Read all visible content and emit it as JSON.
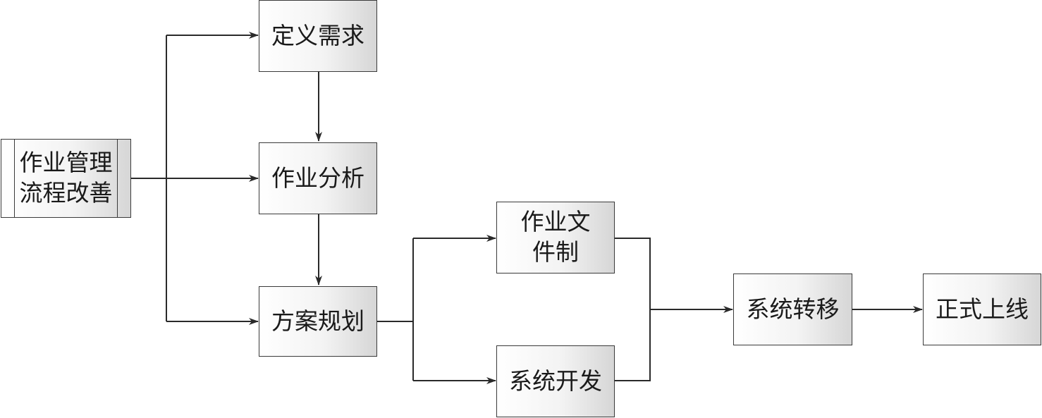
{
  "nodes": {
    "start": "作业管理流程改善",
    "define": "定义需求",
    "analysis": "作业分析",
    "planning": "方案规划",
    "docs": "作业文件制",
    "dev": "系统开发",
    "transfer": "系统转移",
    "golive": "正式上线"
  }
}
